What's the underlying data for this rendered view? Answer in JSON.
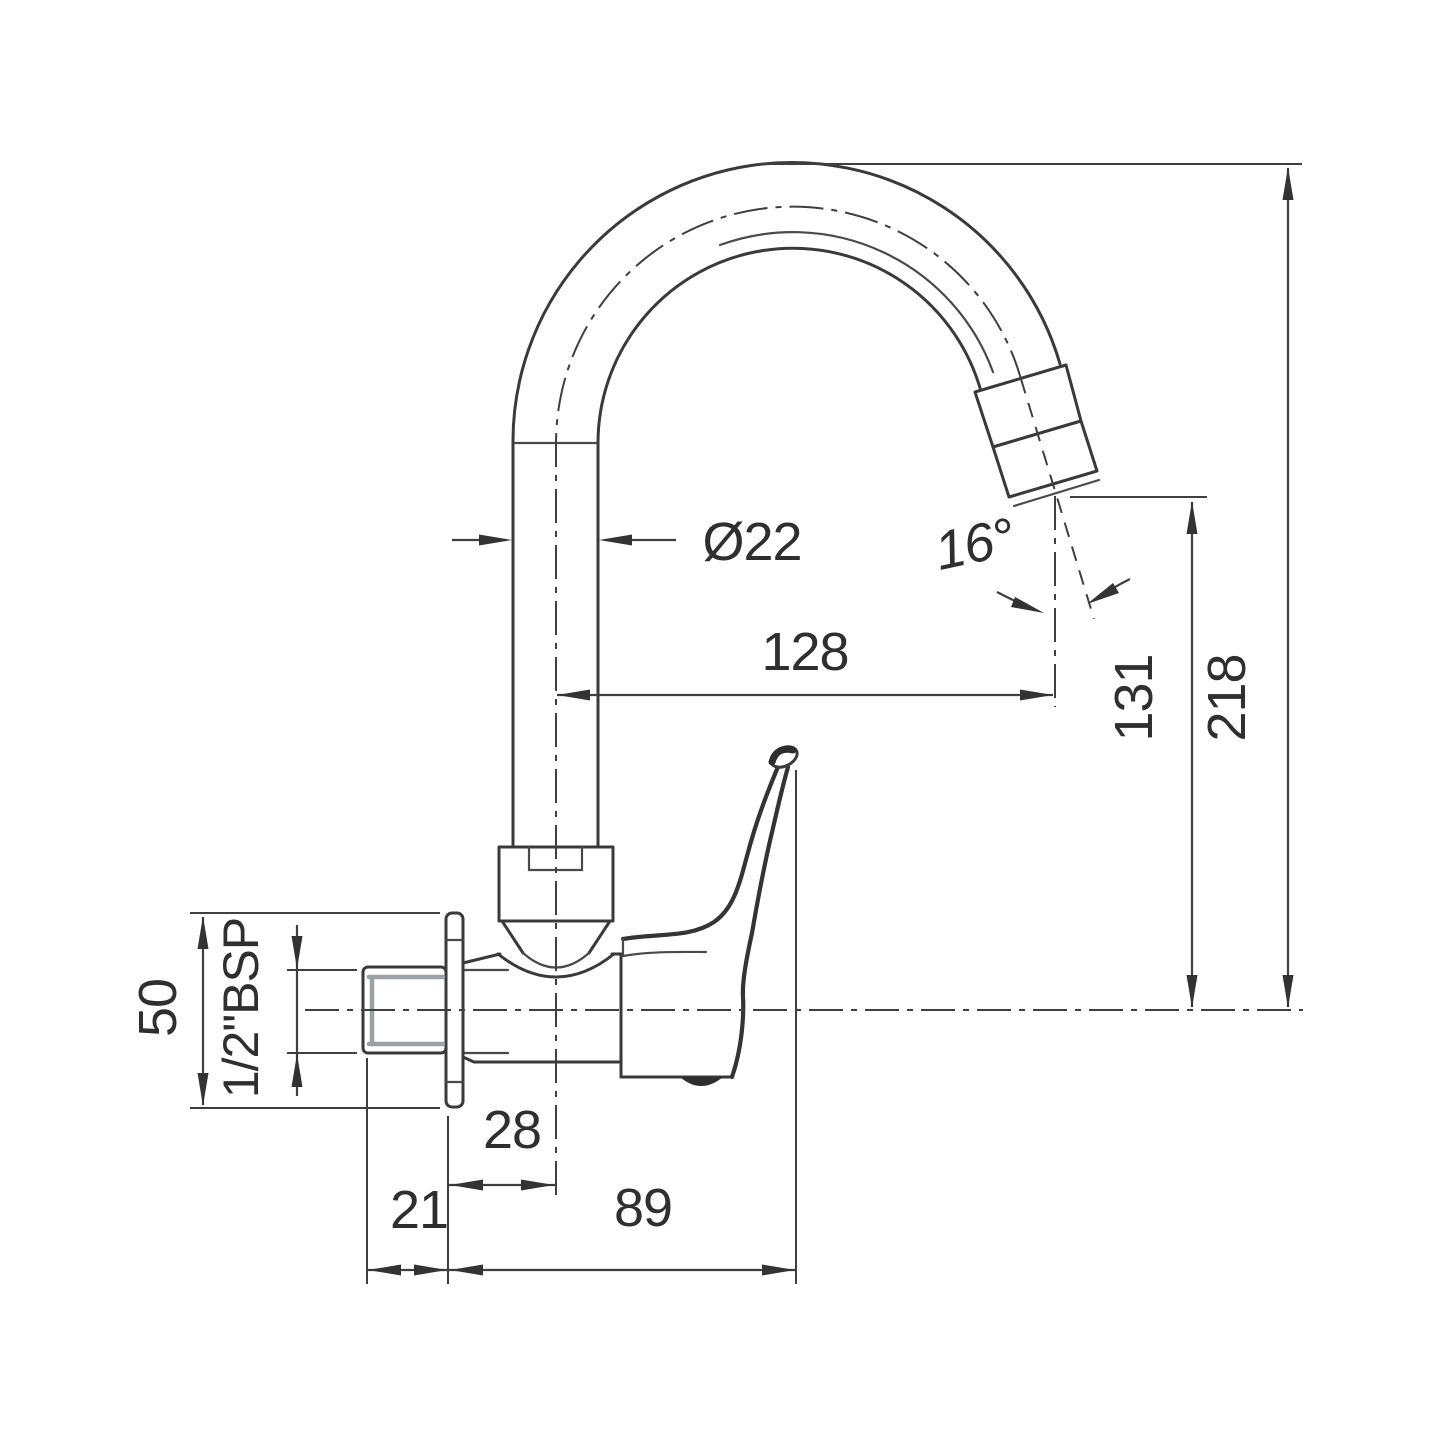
{
  "drawing": {
    "type": "technical-dimension-drawing",
    "subject": "wall-mounted swan-neck sink tap, side elevation",
    "background_color": "#ffffff",
    "line_color": "#3a3a3a",
    "thread_shading_color": "#9aa0a6",
    "dims": {
      "spout_pipe_diameter": {
        "label": "Ø22",
        "value": 22
      },
      "outlet_angle": {
        "label": "16°",
        "value": 16
      },
      "spout_reach": {
        "label": "128",
        "value": 128
      },
      "outlet_height": {
        "label": "131",
        "value": 131
      },
      "overall_height": {
        "label": "218",
        "value": 218
      },
      "flange_height": {
        "label": "50",
        "value": 50
      },
      "inlet_thread": {
        "label": "1/2\"BSP"
      },
      "wall_to_spout_center": {
        "label": "28",
        "value": 28
      },
      "thread_length": {
        "label": "21",
        "value": 21
      },
      "wall_to_handle_tip": {
        "label": "89",
        "value": 89
      }
    }
  }
}
